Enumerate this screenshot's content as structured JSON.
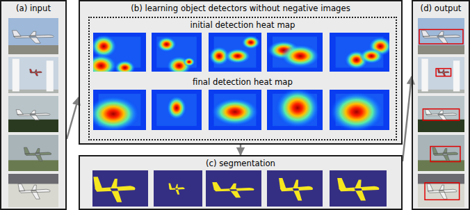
{
  "diagram": {
    "nodes": [
      {
        "text": [
          "(a) input"
        ]
      },
      {
        "text": [
          "(b) learning object detectors without negative images"
        ]
      },
      {
        "text": [
          "initial detection heat map",
          "final detection heat map"
        ],
        "in": 1
      },
      {
        "text": [
          "(c) segmentation"
        ]
      },
      {
        "text": [
          "(d) output"
        ]
      }
    ],
    "edges": [
      {
        "from": 0,
        "to": 1,
        "arrow": "to"
      },
      {
        "from": 1,
        "to": 3,
        "arrow": "to"
      },
      {
        "from": 3,
        "to": 4,
        "arrow": "to"
      }
    ]
  }
}
